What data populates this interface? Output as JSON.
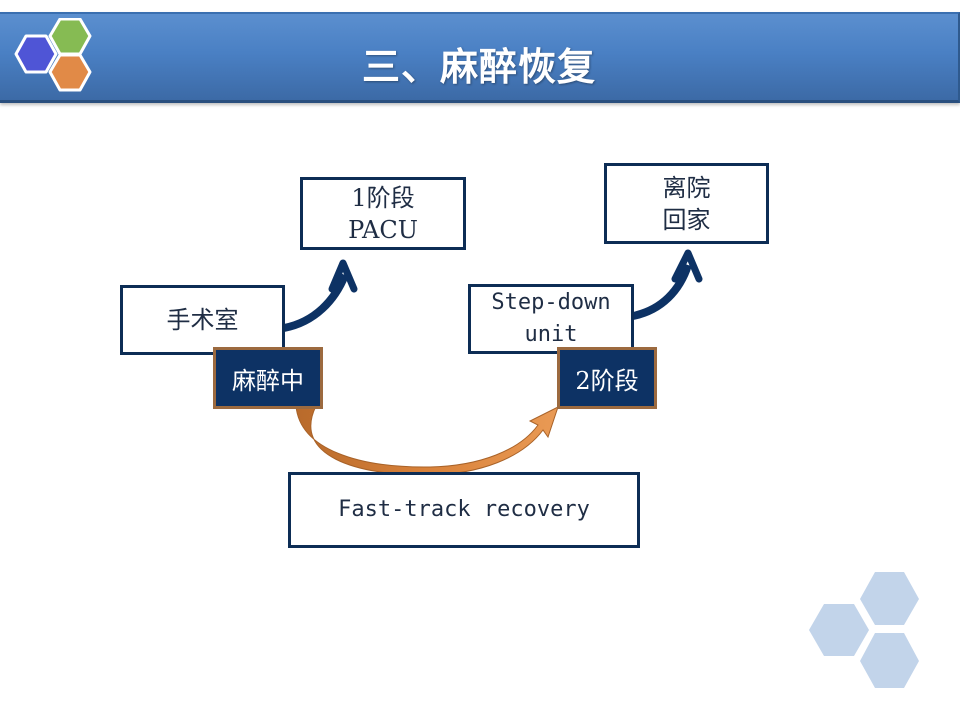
{
  "slide": {
    "title": "三、麻醉恢复"
  },
  "diagram": {
    "nodes": {
      "operating_room": "手术室",
      "anesthesia_in_progress": "麻醉中",
      "stage1": {
        "line1": "1阶段",
        "line2": "PACU"
      },
      "step_down": {
        "line1": "Step-down",
        "line2": "unit"
      },
      "stage2": "2阶段",
      "discharge": {
        "line1": "离院",
        "line2": "回家"
      },
      "fast_track": "Fast-track recovery"
    },
    "colors": {
      "title_bar": "#4a80c4",
      "box_border": "#0d2d55",
      "dark_box_fill": "#0d3264",
      "dark_box_border": "#9c6a3f",
      "orange_arrow": "#d9823a",
      "blue_arrow": "#0d3264",
      "hex_blue": "#4f55d6",
      "hex_green": "#86bb53",
      "hex_orange": "#e18a47",
      "hex_deco": "#c2d4ea"
    }
  }
}
